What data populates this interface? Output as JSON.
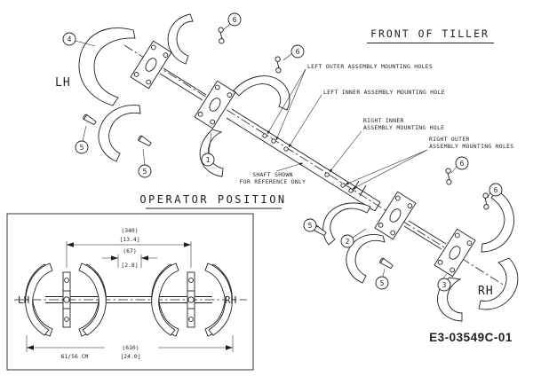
{
  "titles": {
    "front_of_tiller": "FRONT OF TILLER",
    "operator_position": "OPERATOR POSITION"
  },
  "part_number": "E3-03549C-01",
  "assembly_labels": {
    "lh_main": "LH",
    "rh_main": "RH",
    "lh_front": "LH",
    "rh_front": "RH"
  },
  "callouts": {
    "item1": "1",
    "item2": "2",
    "item3": "3",
    "item4": "4",
    "item5": "5",
    "item6": "6"
  },
  "annotations": {
    "left_outer": "LEFT OUTER ASSEMBLY MOUNTING HOLES",
    "left_inner": "LEFT INNER ASSEMBLY MOUNTING HOLE",
    "right_inner_line1": "RIGHT INNER",
    "right_inner_line2": "ASSEMBLY MOUNTING HOLE",
    "right_outer_line1": "RIGHT OUTER",
    "right_outer_line2": "ASSEMBLY MOUNTING HOLES",
    "shaft_line1": "SHAFT SHOWN",
    "shaft_line2": "FOR REFERENCE ONLY"
  },
  "dimensions": {
    "tine_span_mm": "(340)",
    "tine_span_in": "[13.4]",
    "inner_gap_mm": "(67)",
    "inner_gap_in": "[2.8]",
    "overall_mm": "(610)",
    "overall_in": "[24.0]",
    "overall_cm": "61/56 CM"
  },
  "colors": {
    "ink": "#1f1f1f",
    "paper": "#ffffff"
  }
}
